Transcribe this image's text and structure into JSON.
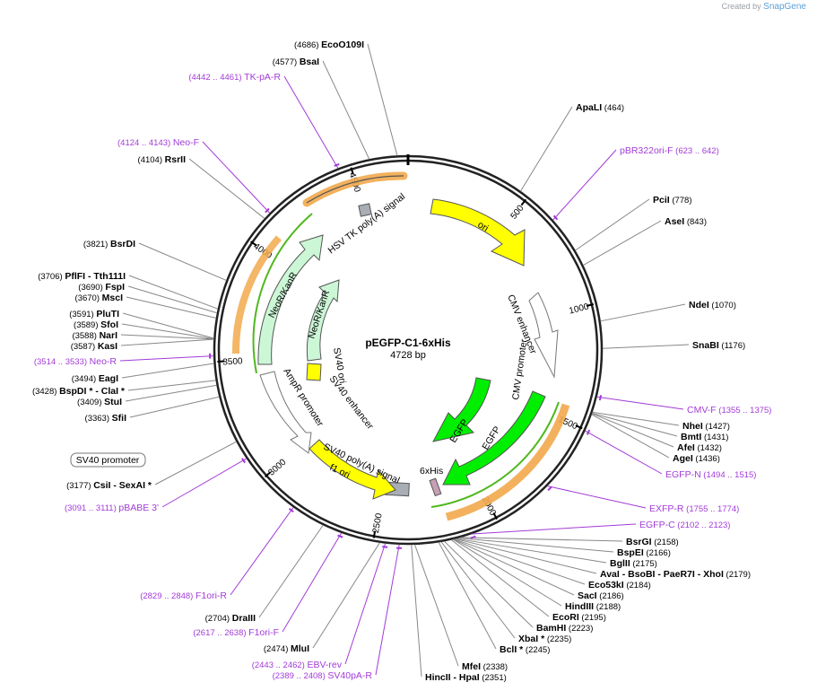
{
  "header": {
    "created_by": "Created by",
    "brand": "SnapGene"
  },
  "plasmid": {
    "name": "pEGFP-C1-6xHis",
    "length_label": "4728 bp",
    "length": 4728
  },
  "ticks": [
    "500",
    "1000",
    "1500",
    "2000",
    "2500",
    "3000",
    "3500",
    "4000",
    "4500"
  ],
  "sites": [
    {
      "name": "EcoO109I",
      "pos": "(4686)",
      "bp": 4686
    },
    {
      "name": "BsaI",
      "pos": "(4577)",
      "bp": 4577
    },
    {
      "name": "ApaLI",
      "pos": "(464)",
      "bp": 464
    },
    {
      "name": "PciI",
      "pos": "(778)",
      "bp": 778
    },
    {
      "name": "AseI",
      "pos": "(843)",
      "bp": 843
    },
    {
      "name": "NdeI",
      "pos": "(1070)",
      "bp": 1070
    },
    {
      "name": "SnaBI",
      "pos": "(1176)",
      "bp": 1176
    },
    {
      "name": "NheI",
      "pos": "(1427)",
      "bp": 1427
    },
    {
      "name": "BmtI",
      "pos": "(1431)",
      "bp": 1431
    },
    {
      "name": "AfeI",
      "pos": "(1432)",
      "bp": 1432
    },
    {
      "name": "AgeI",
      "pos": "(1436)",
      "bp": 1436
    },
    {
      "name": "BsrGI",
      "pos": "(2158)",
      "bp": 2158
    },
    {
      "name": "BspEI",
      "pos": "(2166)",
      "bp": 2166
    },
    {
      "name": "BglII",
      "pos": "(2175)",
      "bp": 2175
    },
    {
      "name": "AvaI - BsoBI - PaeR7I - XhoI",
      "pos": "(2179)",
      "bp": 2179
    },
    {
      "name": "Eco53kI",
      "pos": "(2184)",
      "bp": 2184
    },
    {
      "name": "SacI",
      "pos": "(2186)",
      "bp": 2186
    },
    {
      "name": "HindIII",
      "pos": "(2188)",
      "bp": 2188
    },
    {
      "name": "EcoRI",
      "pos": "(2195)",
      "bp": 2195
    },
    {
      "name": "BamHI",
      "pos": "(2223)",
      "bp": 2223
    },
    {
      "name": "XbaI *",
      "pos": "(2235)",
      "bp": 2235
    },
    {
      "name": "BclI *",
      "pos": "(2245)",
      "bp": 2245
    },
    {
      "name": "MfeI",
      "pos": "(2338)",
      "bp": 2338
    },
    {
      "name": "HincII - HpaI",
      "pos": "(2351)",
      "bp": 2351
    },
    {
      "name": "MluI",
      "pos": "(2474)",
      "bp": 2474
    },
    {
      "name": "DraIII",
      "pos": "(2704)",
      "bp": 2704
    },
    {
      "name": "CsiI - SexAI *",
      "pos": "(3177)",
      "bp": 3177
    },
    {
      "name": "SfiI",
      "pos": "(3363)",
      "bp": 3363
    },
    {
      "name": "StuI",
      "pos": "(3409)",
      "bp": 3409
    },
    {
      "name": "BspDI * - ClaI *",
      "pos": "(3428)",
      "bp": 3428
    },
    {
      "name": "EagI",
      "pos": "(3494)",
      "bp": 3494
    },
    {
      "name": "KasI",
      "pos": "(3587)",
      "bp": 3587
    },
    {
      "name": "NarI",
      "pos": "(3588)",
      "bp": 3588
    },
    {
      "name": "SfoI",
      "pos": "(3589)",
      "bp": 3589
    },
    {
      "name": "PluTI",
      "pos": "(3591)",
      "bp": 3591
    },
    {
      "name": "MscI",
      "pos": "(3670)",
      "bp": 3670
    },
    {
      "name": "FspI",
      "pos": "(3690)",
      "bp": 3690
    },
    {
      "name": "PflFI - Tth111I",
      "pos": "(3706)",
      "bp": 3706
    },
    {
      "name": "BsrDI",
      "pos": "(3821)",
      "bp": 3821
    },
    {
      "name": "RsrII",
      "pos": "(4104)",
      "bp": 4104
    }
  ],
  "primers": [
    {
      "name": "TK-pA-R",
      "range": "(4442 .. 4461)",
      "bp": 4451
    },
    {
      "name": "Neo-F",
      "range": "(4124 .. 4143)",
      "bp": 4133
    },
    {
      "name": "pBR322ori-F",
      "range": "(623 .. 642)",
      "bp": 632
    },
    {
      "name": "CMV-F",
      "range": "(1355 .. 1375)",
      "bp": 1365
    },
    {
      "name": "EGFP-N",
      "range": "(1494 .. 1515)",
      "bp": 1504
    },
    {
      "name": "EXFP-R",
      "range": "(1755 .. 1774)",
      "bp": 1764
    },
    {
      "name": "EGFP-C",
      "range": "(2102 .. 2123)",
      "bp": 2112
    },
    {
      "name": "Neo-R",
      "range": "(3514 .. 3533)",
      "bp": 3523
    },
    {
      "name": "pBABE 3'",
      "range": "(3091 .. 3111)",
      "bp": 3101
    },
    {
      "name": "F1ori-R",
      "range": "(2829 .. 2848)",
      "bp": 2838
    },
    {
      "name": "F1ori-F",
      "range": "(2617 .. 2638)",
      "bp": 2627
    },
    {
      "name": "EBV-rev",
      "range": "(2443 .. 2462)",
      "bp": 2452
    },
    {
      "name": "SV40pA-R",
      "range": "(2389 .. 2408)",
      "bp": 2398
    }
  ],
  "features": [
    {
      "name": "ori",
      "color": "#ffff00"
    },
    {
      "name": "CMV enhancer",
      "color": "#ffffff"
    },
    {
      "name": "CMV promoter",
      "color": "#ffffff"
    },
    {
      "name": "EGFP",
      "color": "#00ee00"
    },
    {
      "name": "6xHis",
      "color": "#c79fb5"
    },
    {
      "name": "SV40 poly(A) signal",
      "color": "#a9adb5"
    },
    {
      "name": "f1 ori",
      "color": "#ffff00"
    },
    {
      "name": "AmpR promoter",
      "color": "#ffffff"
    },
    {
      "name": "SV40 promoter",
      "color": "#ffffff"
    },
    {
      "name": "SV40 ori",
      "color": "#ffff00"
    },
    {
      "name": "SV40 enhancer",
      "color": "#ffffff"
    },
    {
      "name": "NeoR/KanR",
      "color": "#ccf7d6"
    },
    {
      "name": "HSV TK poly(A) signal",
      "color": "#a9adb5"
    }
  ]
}
